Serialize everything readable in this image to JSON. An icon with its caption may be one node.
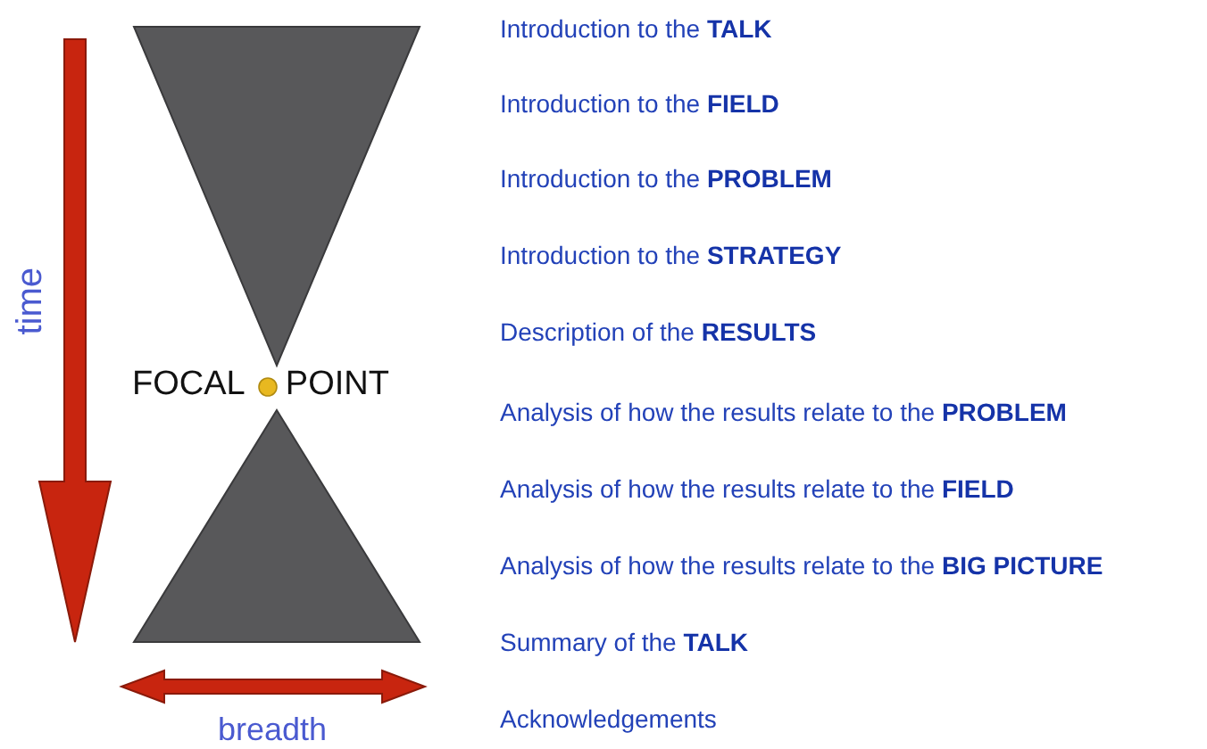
{
  "diagram": {
    "labels": [
      "time",
      "FOCAL POINT",
      "breadth",
      "Introduction to the **TALK**",
      "Introduction to the **FIELD**",
      "Introduction to the **PROBLEM**",
      "Introduction to the **STRATEGY**",
      "Description of the **RESULTS**",
      "Analysis of how the results relate to the **PROBLEM**",
      "Analysis of how the results relate to the **FIELD**",
      "Analysis of how the results relate to the **BIG PICTURE**",
      "Summary of the **TALK**",
      "Acknowledgements"
    ]
  }
}
